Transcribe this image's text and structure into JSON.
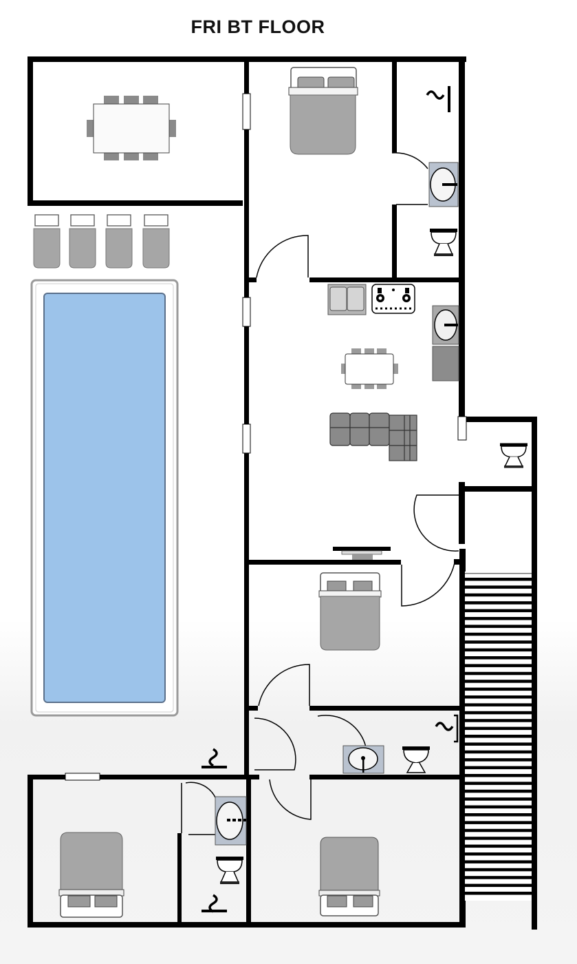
{
  "title": "FRI BT FLOOR",
  "colors": {
    "wall": "#000000",
    "furniture_gray": "#a6a6a6",
    "dark_gray": "#7a7a7a",
    "pool_water": "#9cc3ea",
    "pool_edge": "#5a6f8a",
    "fixture_blue_gray": "#b9c2cf",
    "floor": "#ffffff"
  },
  "rooms": [
    {
      "id": "dining-room",
      "furniture": [
        "dining-table-8-seat"
      ]
    },
    {
      "id": "master-bedroom",
      "furniture": [
        "double-bed"
      ]
    },
    {
      "id": "master-ensuite",
      "furniture": [
        "shower-icon",
        "sink-icon",
        "toilet-icon"
      ]
    },
    {
      "id": "kitchen-living",
      "furniture": [
        "double-sink",
        "stove",
        "kitchen-sink",
        "dining-table-6-seat",
        "l-sofa"
      ]
    },
    {
      "id": "guest-wc",
      "furniture": [
        "toilet-icon"
      ]
    },
    {
      "id": "bedroom-2",
      "furniture": [
        "double-bed",
        "tv-console"
      ]
    },
    {
      "id": "shared-bath",
      "furniture": [
        "sink-icon",
        "toilet-icon",
        "shower-icon"
      ]
    },
    {
      "id": "bedroom-3",
      "furniture": [
        "double-bed"
      ]
    },
    {
      "id": "bedroom-4",
      "furniture": [
        "double-bed"
      ]
    },
    {
      "id": "bath-4",
      "furniture": [
        "sink-icon",
        "toilet-icon",
        "shower-icon"
      ]
    },
    {
      "id": "pool-deck",
      "furniture": [
        "sun-lounger-x4",
        "pool"
      ]
    },
    {
      "id": "staircase",
      "furniture": [
        "stairs"
      ]
    }
  ]
}
